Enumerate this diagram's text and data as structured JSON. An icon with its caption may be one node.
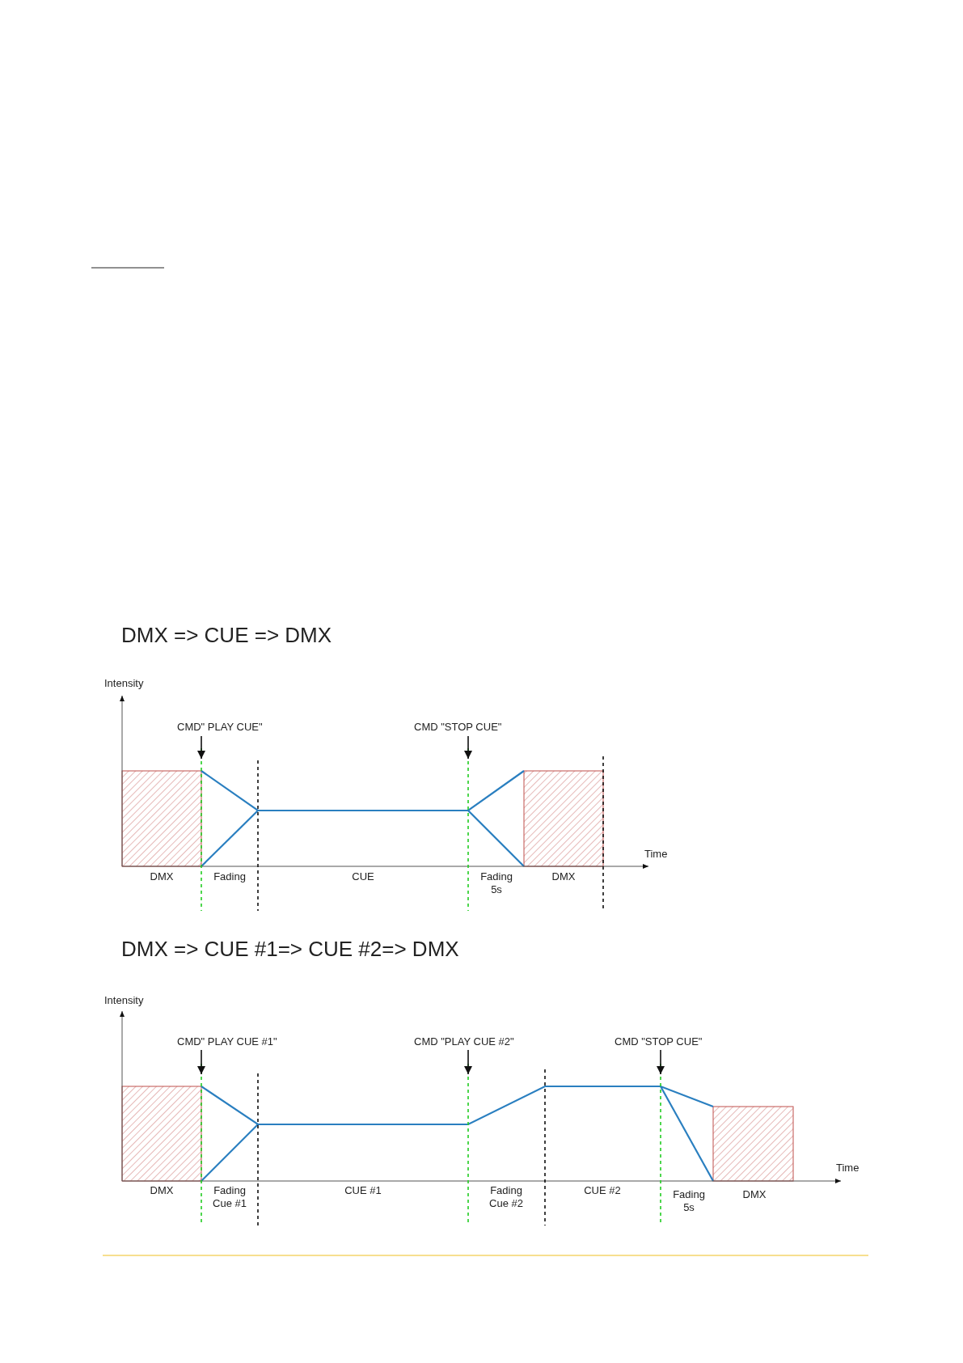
{
  "diagram": {
    "labels": [
      "DMX => CUE => DMX",
      "Intensity",
      "CMD\" PLAY CUE\"",
      "CMD \"STOP CUE\"",
      "Time",
      "DMX",
      "Fading",
      "CUE",
      "Fading 5s",
      "DMX",
      "DMX => CUE #1=> CUE #2=> DMX",
      "Intensity",
      "CMD\" PLAY CUE #1\"",
      "CMD \"PLAY CUE #2\"",
      "CMD \"STOP CUE\"",
      "Time",
      "DMX",
      "Fading Cue #1",
      "CUE #1",
      "Fading Cue #2",
      "CUE #2",
      "Fading 5s",
      "DMX"
    ]
  }
}
